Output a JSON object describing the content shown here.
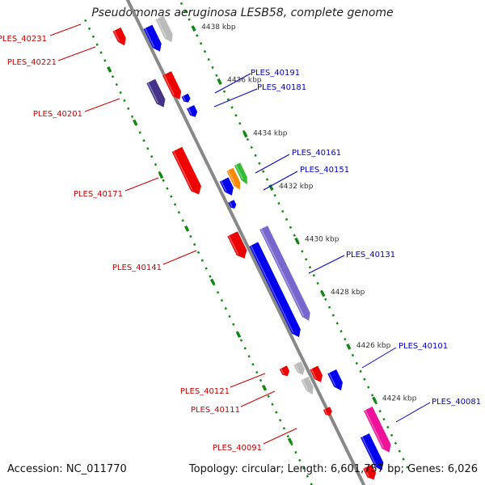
{
  "title": "Pseudomonas aeruginosa LESB58, complete genome",
  "footer": {
    "accession": "Accession: NC_011770",
    "summary": "Topology: circular; Length: 6,601,757 bp; Genes: 6,026"
  },
  "colors": {
    "backbone": "#888888",
    "tick": "#118811",
    "label_red": "#cc0000",
    "label_blue": "#0000cc"
  },
  "ticks": [
    "4438 kbp",
    "4436 kbp",
    "4434 kbp",
    "4432 kbp",
    "4430 kbp",
    "4428 kbp",
    "4426 kbp",
    "4424 kbp"
  ],
  "labels": [
    {
      "text": "PLES_40231",
      "color": "red"
    },
    {
      "text": "PLES_40221",
      "color": "red"
    },
    {
      "text": "PLES_40201",
      "color": "red"
    },
    {
      "text": "PLES_40171",
      "color": "red"
    },
    {
      "text": "PLES_40141",
      "color": "red"
    },
    {
      "text": "PLES_40121",
      "color": "red"
    },
    {
      "text": "PLES_40111",
      "color": "red"
    },
    {
      "text": "PLES_40091",
      "color": "red"
    },
    {
      "text": "PLES_40191",
      "color": "blue"
    },
    {
      "text": "PLES_40181",
      "color": "blue"
    },
    {
      "text": "PLES_40161",
      "color": "blue"
    },
    {
      "text": "PLES_40151",
      "color": "blue"
    },
    {
      "text": "PLES_40131",
      "color": "blue"
    },
    {
      "text": "PLES_40101",
      "color": "blue"
    },
    {
      "text": "PLES_40081",
      "color": "blue"
    }
  ],
  "genes": [
    {
      "color": "#8877dd"
    },
    {
      "color": "#ff9999"
    },
    {
      "color": "#ee0000"
    },
    {
      "color": "#0000ee"
    },
    {
      "color": "#bbbbbb"
    },
    {
      "color": "#443388"
    },
    {
      "color": "#ee0000"
    },
    {
      "color": "#0000ee"
    },
    {
      "color": "#0000ee"
    },
    {
      "color": "#ee0000"
    },
    {
      "color": "#0000ee"
    },
    {
      "color": "#ff8800"
    },
    {
      "color": "#33bb33"
    },
    {
      "color": "#0000ee"
    },
    {
      "color": "#ee0000"
    },
    {
      "color": "#0000ee"
    },
    {
      "color": "#7766cc"
    },
    {
      "color": "#bbbbbb"
    },
    {
      "color": "#ee0000"
    },
    {
      "color": "#bbbbbb"
    },
    {
      "color": "#ee0000"
    },
    {
      "color": "#0000ee"
    },
    {
      "color": "#ee0000"
    },
    {
      "color": "#0000ee"
    },
    {
      "color": "#ee1199"
    },
    {
      "color": "#ee0000"
    }
  ]
}
